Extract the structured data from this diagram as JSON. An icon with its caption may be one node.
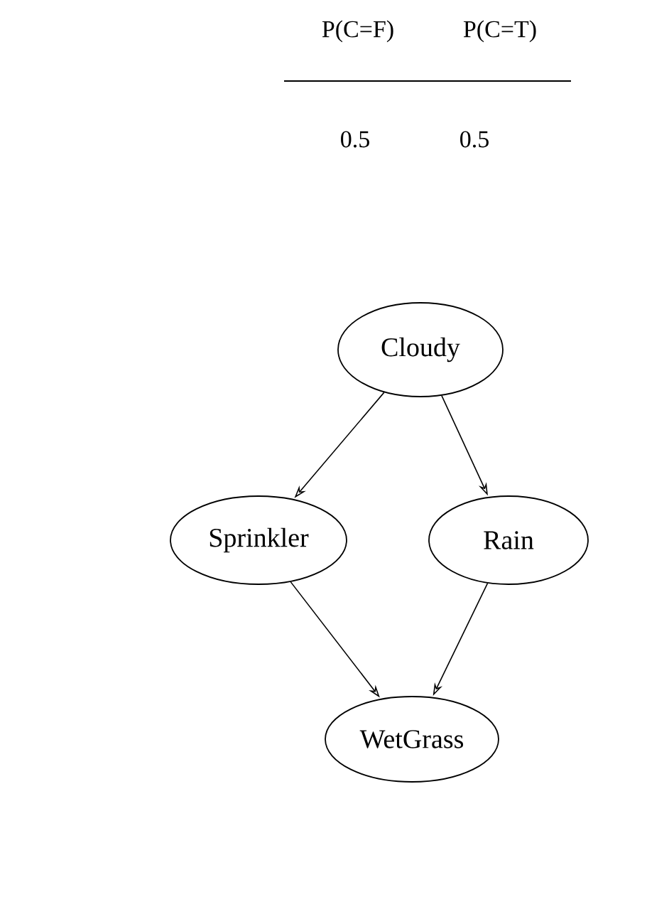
{
  "diagram": {
    "nodes": [
      {
        "text": [
          "Cloudy"
        ]
      },
      {
        "text": [
          "Sprinkler"
        ]
      },
      {
        "text": [
          "Rain"
        ]
      },
      {
        "text": [
          "WetGrass"
        ]
      }
    ],
    "edges": [
      {
        "from": 0,
        "to": 1,
        "arrow": "to"
      },
      {
        "from": 0,
        "to": 2,
        "arrow": "to"
      },
      {
        "from": 1,
        "to": 3,
        "arrow": "to"
      },
      {
        "from": 2,
        "to": 3,
        "arrow": "to"
      }
    ],
    "labels": [
      "P(C=F)",
      "P(C=T)",
      "0.5",
      "0.5"
    ]
  }
}
